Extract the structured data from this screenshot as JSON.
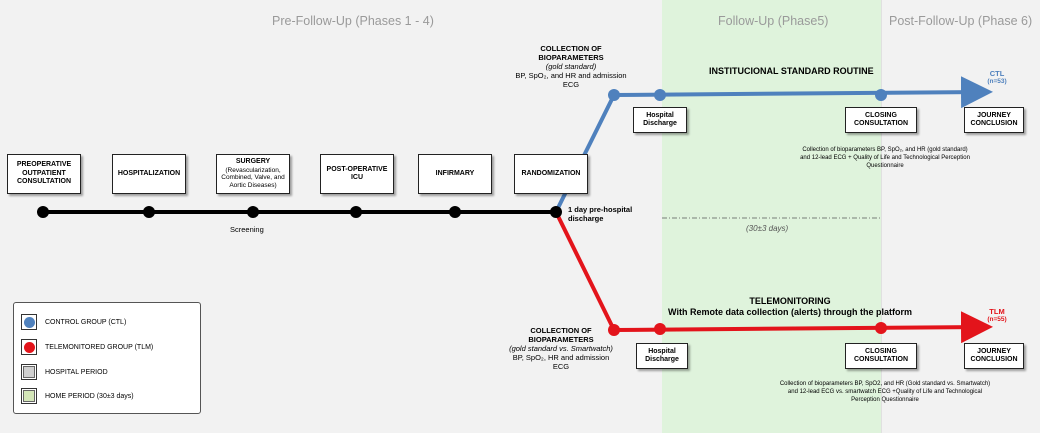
{
  "phases": {
    "pre": "Pre-Follow-Up (Phases 1 - 4)",
    "follow": "Follow-Up (Phase5)",
    "post": "Post-Follow-Up (Phase 6)"
  },
  "colors": {
    "ctl": "#4f81bd",
    "tlm": "#e3141b",
    "hospital": "#f2f2f2",
    "home": "#dff3dc",
    "timeline": "#000000"
  },
  "main_steps": [
    {
      "line1": "PREOPERATIVE",
      "line2": "OUTPATIENT",
      "line3": "CONSULTATION"
    },
    {
      "line1": "HOSPITALIZATION"
    },
    {
      "line1": "SURGERY",
      "sub": "(Revascularization, Combined, Valve, and Aortic Diseases)"
    },
    {
      "line1": "POST-OPERATIVE",
      "line2": "ICU"
    },
    {
      "line1": "INFIRMARY"
    },
    {
      "line1": "RANDOMIZATION"
    }
  ],
  "screening_label": "Screening",
  "pre_discharge_label": "1 day pre-hospital discharge",
  "follow_duration": "(30±3 days)",
  "ctl_branch": {
    "collection_title": "COLLECTION OF BIOPARAMETERS",
    "collection_sub": "(gold standard)",
    "collection_detail": "BP, SpO₂, and HR and admission ECG",
    "routine_label": "INSTITUCIONAL STANDARD ROUTINE",
    "discharge": "Hospital Discharge",
    "closing": "CLOSING CONSULTATION",
    "conclusion": "JOURNEY CONCLUSION",
    "group_code": "CTL",
    "group_n": "(n=53)",
    "closing_note": "Collection of bioparameters BP, SpO₂, and HR (gold standard) and 12-lead ECG + Quality of Life and Technological Perception Questionnaire"
  },
  "tlm_branch": {
    "collection_title": "COLLECTION OF BIOPARAMETERS",
    "collection_sub": "(gold standard vs. Smartwatch)",
    "collection_detail": "BP, SpO₂, HR and admission ECG",
    "telemonitoring_title": "TELEMONITORING",
    "telemonitoring_sub": "With Remote data collection (alerts) through the platform",
    "discharge": "Hospital Discharge",
    "closing": "CLOSING CONSULTATION",
    "conclusion": "JOURNEY CONCLUSION",
    "group_code": "TLM",
    "group_n": "(n=55)",
    "closing_note": "Collection of bioparameters BP, SpO2, and HR (Gold standard vs. Smartwatch) and 12-lead ECG vs. smartwatch ECG +Quality of Life and Technological Perception Questionnaire"
  },
  "legend": [
    {
      "label": "CONTROL GROUP (CTL)",
      "symbol": "circle",
      "color": "#4f81bd"
    },
    {
      "label": "TELEMONITORED GROUP (TLM)",
      "symbol": "circle",
      "color": "#e3141b"
    },
    {
      "label": "HOSPITAL PERIOD",
      "symbol": "square",
      "color": "#d0d0d0"
    },
    {
      "label": "HOME PERIOD (30±3 days)",
      "symbol": "square",
      "color": "#d4e6b8"
    }
  ]
}
